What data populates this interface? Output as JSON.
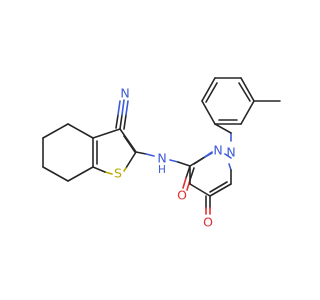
{
  "atoms": {
    "nitrile_n": "N",
    "amide_nh": "N",
    "amide_h": "H",
    "thiophene_s": "S",
    "amide_o": "O",
    "ring_n2": "N",
    "ring_n1": "N",
    "ketone_o": "O"
  },
  "colors": {
    "carbon": "#262626",
    "nitrogen": "#3d5bd6",
    "oxygen": "#e03030",
    "sulfur": "#b8a800"
  }
}
